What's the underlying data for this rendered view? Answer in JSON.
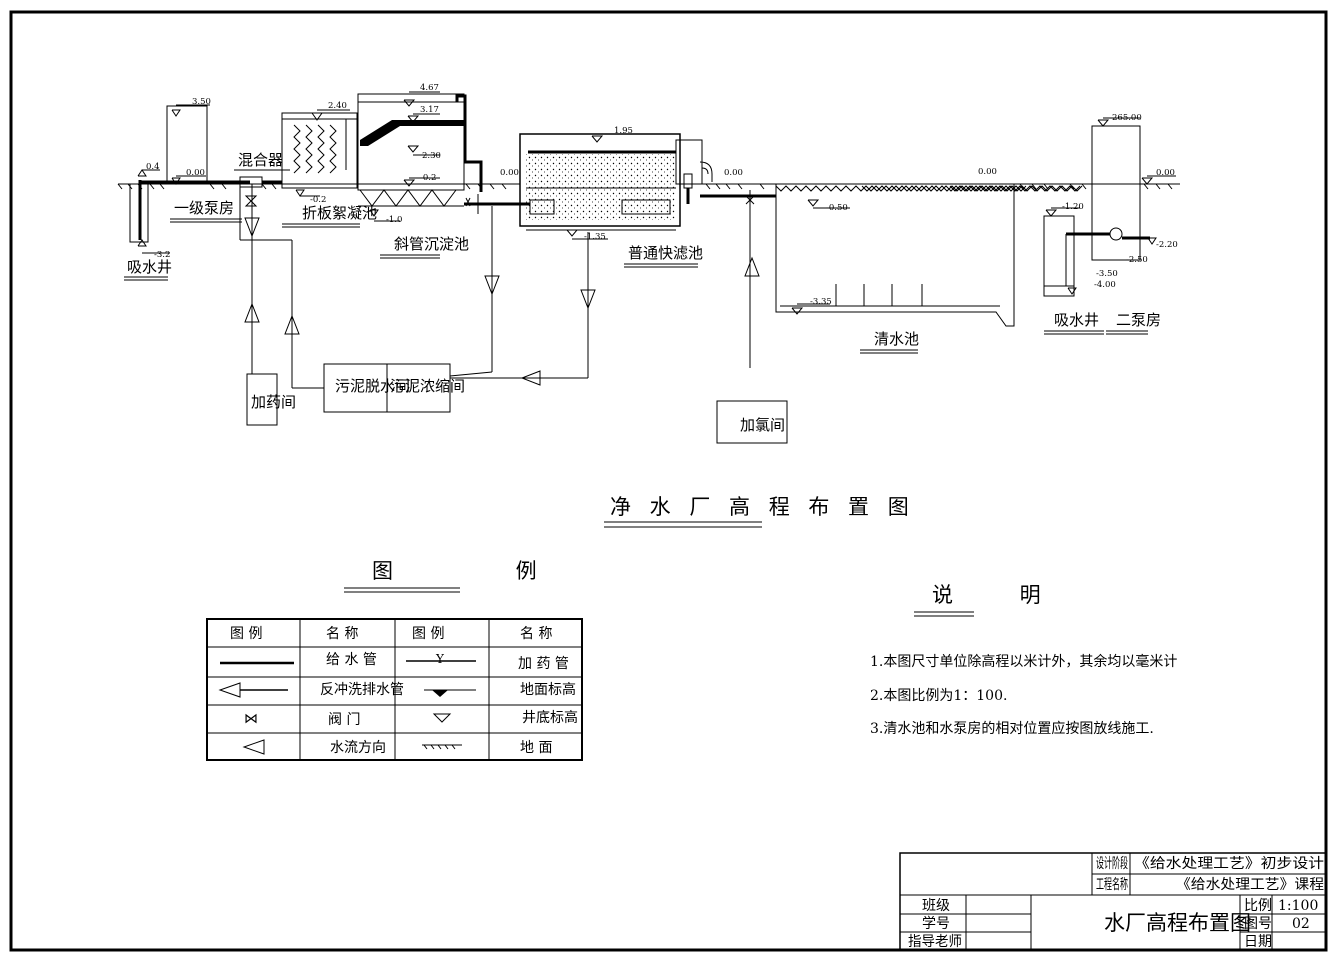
{
  "drawing": {
    "title": "净 水 厂 高 程 布 置 图",
    "labels": {
      "intake_well": "吸水井",
      "pump1": "一级泵房",
      "mixer": "混合器",
      "floc": "折板絮凝池",
      "sed": "斜管沉淀池",
      "filter": "普通快滤池",
      "clearwell": "清水池",
      "intake_well2": "吸水井",
      "pump2": "二泵房",
      "dosing": "加药间",
      "dewater": "污泥脱水间",
      "thicken": "污泥浓缩间",
      "chlorine": "加氯间"
    },
    "elevations": {
      "e_0_4": "0.4",
      "e_3_50": "3.50",
      "e_0_00_a": "0.00",
      "e_m3_2": "-3.2",
      "e_2_40": "2.40",
      "e_m0_2_a": "-0.2",
      "e_4_67": "4.67",
      "e_3_17": "3.17",
      "e_2_30": "2.30",
      "e_m0_2_b": "-0.2",
      "e_m1_0": "-1.0",
      "e_0_00_b": "0.00",
      "e_1_95": "1.95",
      "e_m1_35": "-1.35",
      "e_0_00_c": "0.00",
      "e_m0_50": "-0.50",
      "e_m3_35": "-3.35",
      "e_0_00_d": "0.00",
      "e_265_00": "265.00",
      "e_0_00_e": "0.00",
      "e_m1_20": "-1.20",
      "e_m2_20": "-2.20",
      "e_m2_50": "-2.50",
      "e_m3_50": "-3.50",
      "e_m4_00": "-4.00"
    }
  },
  "legend": {
    "title": "图 例",
    "headers": [
      "图  例",
      "名  称",
      "图  例",
      "名  称"
    ],
    "rows": [
      {
        "name1": "给 水 管",
        "symbol2": "Y",
        "name2": "加 药 管"
      },
      {
        "name1": "反冲洗排水管",
        "name2": "地面标高"
      },
      {
        "symbol1": "⋈",
        "name1": "阀   门",
        "name2": "井底标高"
      },
      {
        "name1": "水流方向",
        "name2": "地   面"
      }
    ]
  },
  "notes": {
    "title": "说  明",
    "items": [
      "1.本图尺寸单位除高程以米计外，其余均以毫米计",
      "2.本图比例为1：100.",
      "3.清水池和水泵房的相对位置应按图放线施工."
    ]
  },
  "title_block": {
    "design_stage_label": "设计阶段",
    "project_label": "工程名称",
    "design_stage": "《给水处理工艺》初步设计",
    "project": "《给水处理工艺》课程",
    "class_label": "班级",
    "student_label": "学号",
    "teacher_label": "指导老师",
    "drawing_title": "水厂高程布置图",
    "scale_label": "比例",
    "scale": "1:100",
    "sheet_label": "图号",
    "sheet": "02",
    "date_label": "日期"
  }
}
